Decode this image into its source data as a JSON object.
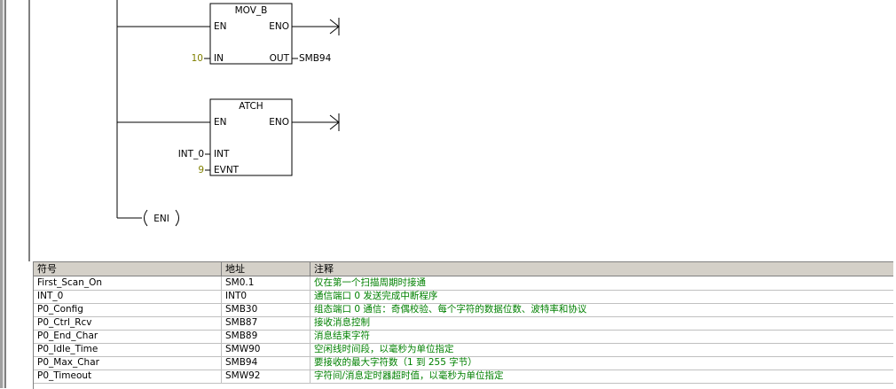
{
  "network": {
    "mov_b": {
      "title": "MOV_B",
      "en": "EN",
      "eno": "ENO",
      "in": "IN",
      "out": "OUT",
      "in_value": "10",
      "out_value": "SMB94"
    },
    "atch": {
      "title": "ATCH",
      "en": "EN",
      "eno": "ENO",
      "int": "INT",
      "evnt": "EVNT",
      "int_value": "INT_0",
      "evnt_value": "9"
    },
    "eni": {
      "label": "ENI"
    }
  },
  "colors": {
    "rail": "#000000",
    "constant": "#808000",
    "comment": "#008000",
    "header_bg": "#d4d0c8"
  },
  "symbol_table": {
    "headers": [
      "符号",
      "地址",
      "注释"
    ],
    "rows": [
      {
        "symbol": "First_Scan_On",
        "address": "SM0.1",
        "comment": "仅在第一个扫描周期时接通"
      },
      {
        "symbol": "INT_0",
        "address": "INT0",
        "comment": "通信端口 0 发送完成中断程序"
      },
      {
        "symbol": "P0_Config",
        "address": "SMB30",
        "comment": "组态端口 0 通信：奇偶校验、每个字符的数据位数、波特率和协议"
      },
      {
        "symbol": "P0_Ctrl_Rcv",
        "address": "SMB87",
        "comment": "接收消息控制"
      },
      {
        "symbol": "P0_End_Char",
        "address": "SMB89",
        "comment": "消息结束字符"
      },
      {
        "symbol": "P0_Idle_Time",
        "address": "SMW90",
        "comment": "空闲线时间段，以毫秒为单位指定"
      },
      {
        "symbol": "P0_Max_Char",
        "address": "SMB94",
        "comment": "要接收的最大字符数（1 到 255 字节）"
      },
      {
        "symbol": "P0_Timeout",
        "address": "SMW92",
        "comment": "字符间/消息定时器超时值，以毫秒为单位指定"
      }
    ]
  }
}
